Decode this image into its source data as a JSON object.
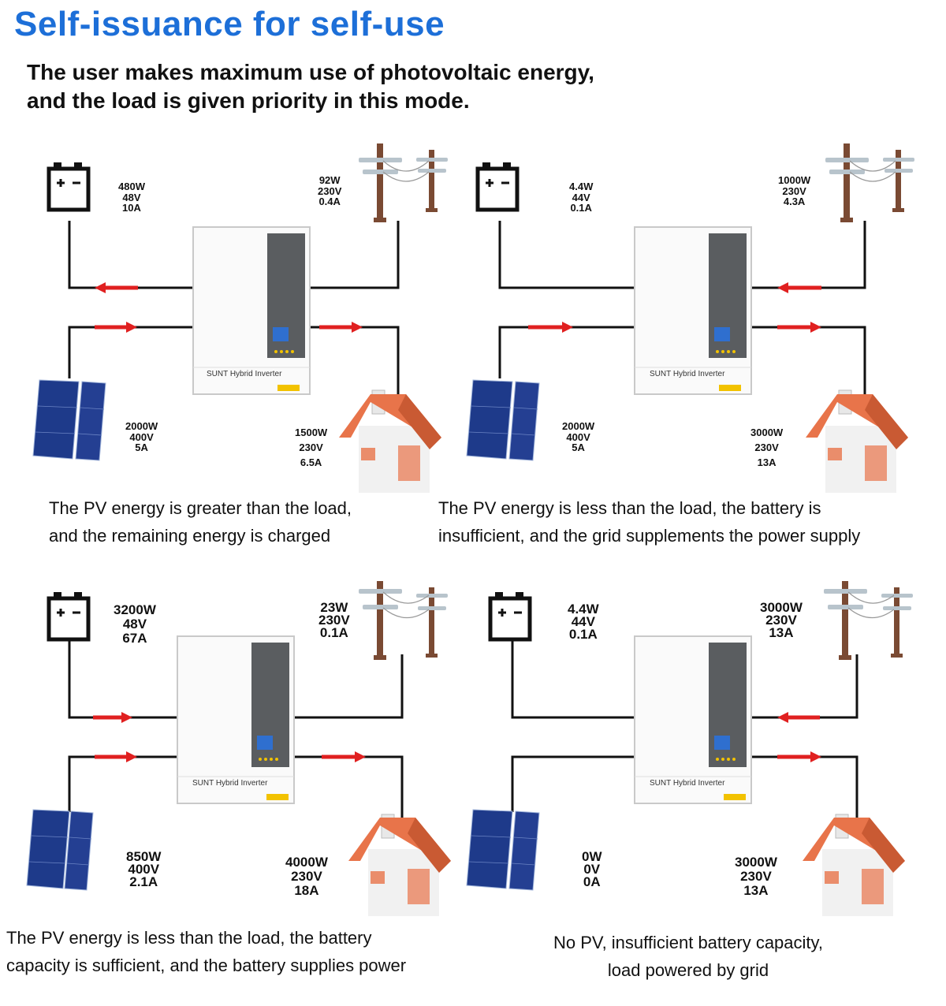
{
  "title": "Self-issuance for self-use",
  "subtitle": {
    "line1": "The user makes maximum use of photovoltaic energy,",
    "line2": "and the load is given priority in this mode."
  },
  "inverter_label": "SUNT Hybrid Inverter",
  "colors": {
    "title": "#1d6fd8",
    "arrow": "#e02020",
    "roof": "#e8744a",
    "panel": "#1e3a8a",
    "pole": "#7a4a33"
  },
  "icons": [
    "battery-icon",
    "utility-pole-icon",
    "solar-panel-icon",
    "house-icon",
    "inverter-icon"
  ],
  "scenarios": [
    {
      "battery": {
        "power": "480W",
        "voltage": "48V",
        "current": "10A"
      },
      "grid": {
        "power": "92W",
        "voltage": "230V",
        "current": "0.4A"
      },
      "pv": {
        "power": "2000W",
        "voltage": "400V",
        "current": "5A"
      },
      "load": {
        "power": "1500W",
        "voltage": "230V",
        "current": "6.5A"
      },
      "caption": {
        "line1": "The PV energy is greater than the load,",
        "line2": "and the remaining energy is charged"
      }
    },
    {
      "battery": {
        "power": "4.4W",
        "voltage": "44V",
        "current": "0.1A"
      },
      "grid": {
        "power": "1000W",
        "voltage": "230V",
        "current": "4.3A"
      },
      "pv": {
        "power": "2000W",
        "voltage": "400V",
        "current": "5A"
      },
      "load": {
        "power": "3000W",
        "voltage": "230V",
        "current": "13A"
      },
      "caption": {
        "line1": "The PV energy is less than the load, the battery is",
        "line2": "insufficient, and the grid supplements the power supply"
      }
    },
    {
      "battery": {
        "power": "3200W",
        "voltage": "48V",
        "current": "67A"
      },
      "grid": {
        "power": "23W",
        "voltage": "230V",
        "current": "0.1A"
      },
      "pv": {
        "power": "850W",
        "voltage": "400V",
        "current": "2.1A"
      },
      "load": {
        "power": "4000W",
        "voltage": "230V",
        "current": "18A"
      },
      "caption": {
        "line1": "The PV energy is less than the load, the battery",
        "line2": "capacity is sufficient, and the battery supplies power"
      }
    },
    {
      "battery": {
        "power": "4.4W",
        "voltage": "44V",
        "current": "0.1A"
      },
      "grid": {
        "power": "3000W",
        "voltage": "230V",
        "current": "13A"
      },
      "pv": {
        "power": "0W",
        "voltage": "0V",
        "current": "0A"
      },
      "load": {
        "power": "3000W",
        "voltage": "230V",
        "current": "13A"
      },
      "caption": {
        "line1": "No PV, insufficient battery capacity,",
        "line2": "load powered by grid"
      }
    }
  ]
}
